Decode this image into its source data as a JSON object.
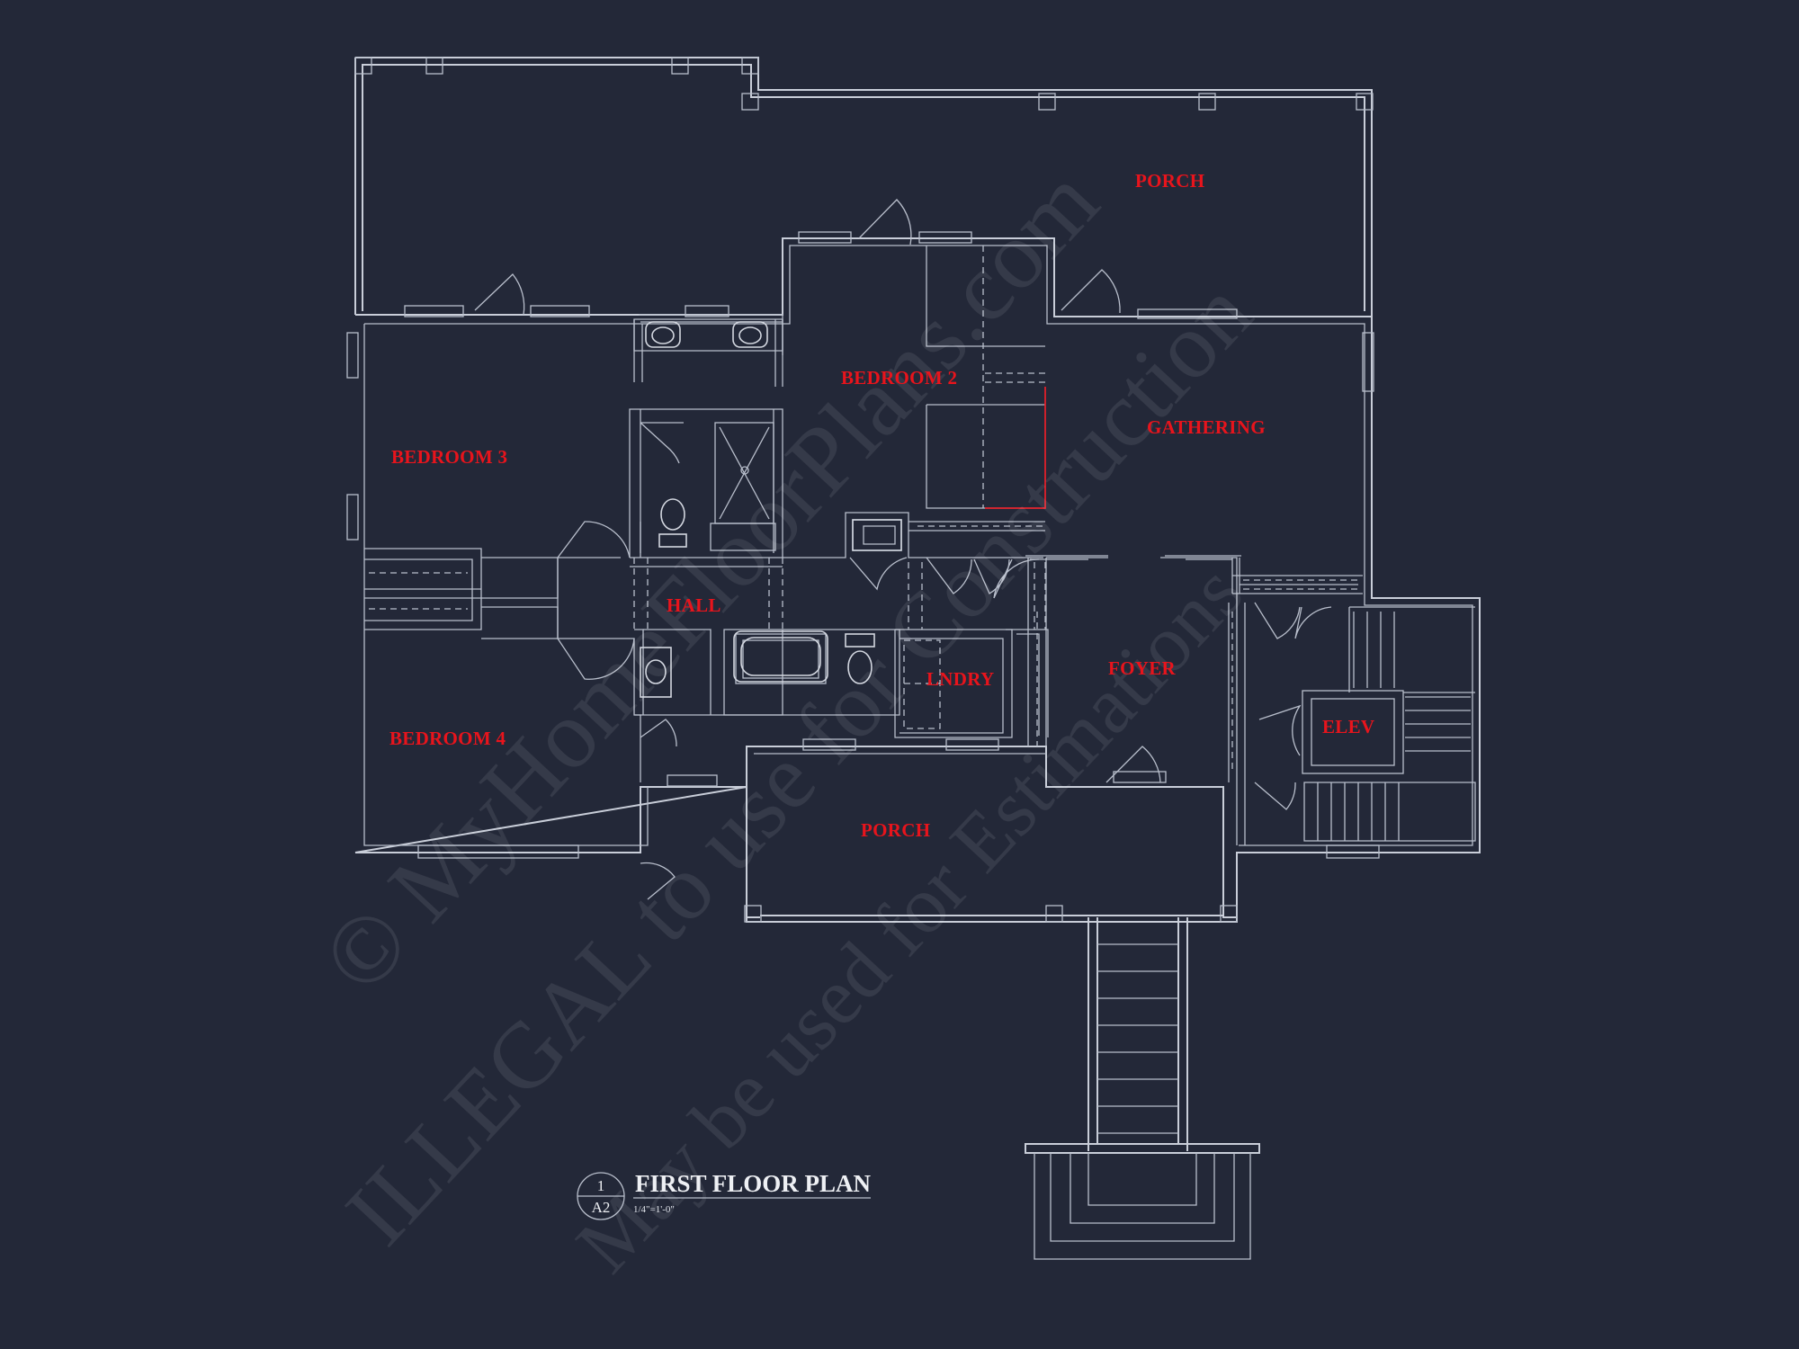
{
  "colors": {
    "background": "#232838",
    "linework": "#c9ced9",
    "room_labels": "#e8141c",
    "title": "#eef0f4"
  },
  "rooms": {
    "porch_rear": "PORCH",
    "bedroom_2": "BEDROOM 2",
    "gathering": "GATHERING",
    "bedroom_3": "BEDROOM 3",
    "hall": "HALL",
    "laundry": "LNDRY",
    "foyer": "FOYER",
    "elevator": "ELEV",
    "bedroom_4": "BEDROOM 4",
    "porch_front": "PORCH"
  },
  "title_block": {
    "detail_number": "1",
    "sheet_number": "A2",
    "title": "FIRST FLOOR PLAN",
    "scale": "1/4\"=1'-0\""
  },
  "watermark": {
    "line_1": "© MyHomeFloorPlans.com",
    "line_2": "ILLEGAL to use for Construction",
    "line_3": "May be used for Estimations"
  }
}
